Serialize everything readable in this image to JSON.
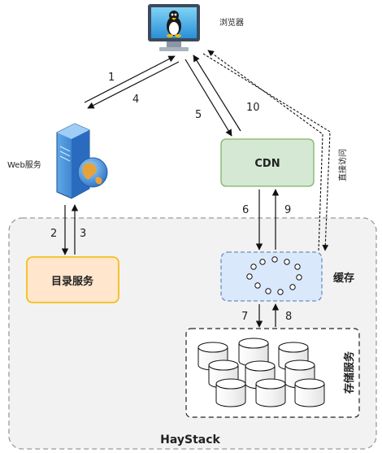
{
  "nodes": {
    "browser": {
      "label": "浏览器",
      "icon": "monitor-with-penguin-icon"
    },
    "web_service": {
      "label": "Web服务",
      "icon": "server-with-globe-icon"
    },
    "cdn": {
      "label": "CDN",
      "fill": "#d5e8d4",
      "stroke": "#82b366"
    },
    "directory_service": {
      "label": "目录服务",
      "fill": "#ffe6cc",
      "stroke": "#f5b800"
    },
    "cache": {
      "label": "缓存",
      "fill": "#dae8fc",
      "stroke": "#6c8ebf"
    },
    "storage_service": {
      "label": "存储服务",
      "icon": "database-cylinder-icon"
    },
    "haystack": {
      "label": "HayStack",
      "fill": "#f2f2f2"
    }
  },
  "edges": [
    {
      "label": "1",
      "from": "web_service",
      "to": "browser"
    },
    {
      "label": "4",
      "from": "browser",
      "to": "web_service"
    },
    {
      "label": "5",
      "from": "browser",
      "to": "cdn"
    },
    {
      "label": "10",
      "from": "cdn",
      "to": "browser"
    },
    {
      "label": "2",
      "from": "web_service",
      "to": "directory_service"
    },
    {
      "label": "3",
      "from": "directory_service",
      "to": "web_service"
    },
    {
      "label": "6",
      "from": "cdn",
      "to": "cache"
    },
    {
      "label": "9",
      "from": "cache",
      "to": "cdn"
    },
    {
      "label": "7",
      "from": "cache",
      "to": "storage_service"
    },
    {
      "label": "8",
      "from": "storage_service",
      "to": "cache"
    }
  ],
  "direct_access": {
    "label": "直接访问",
    "from": "browser",
    "to": "cache",
    "style": "dashed"
  }
}
